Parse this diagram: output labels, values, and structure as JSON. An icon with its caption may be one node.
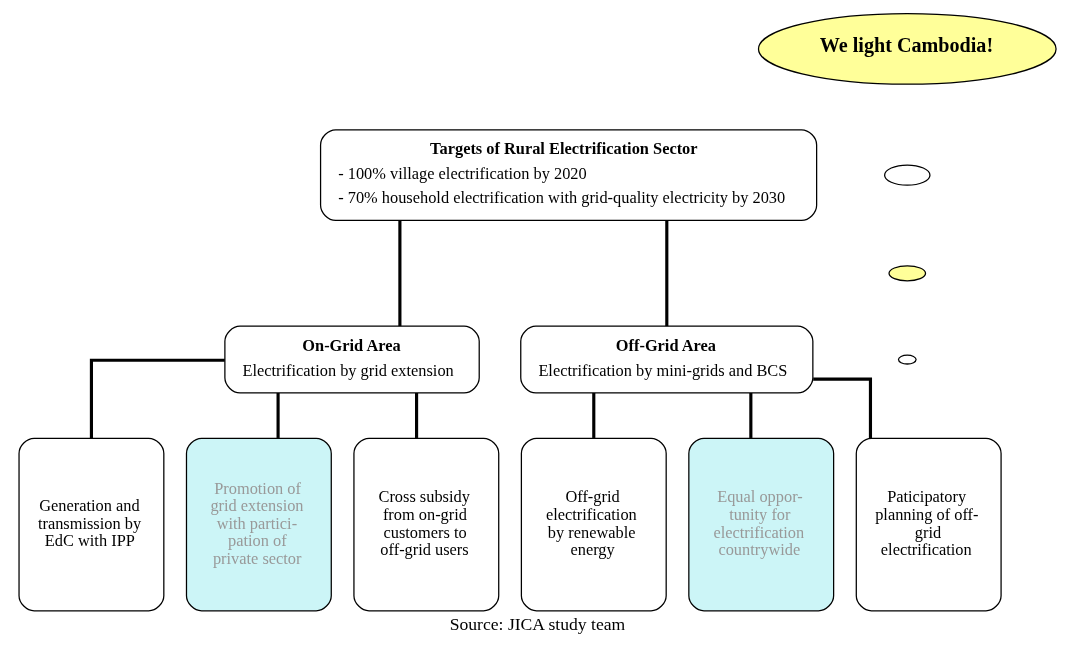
{
  "diagram": {
    "caption": "Source: JICA study team",
    "nodes": [
      {
        "text": [
          "Targets of Rural Electrification Sector",
          "- 100% village electrification by 2020",
          "- 70% household electrification with grid-quality electricity by 2030"
        ]
      },
      {
        "text": [
          "On-Grid Area",
          "Electrification by grid extension"
        ]
      },
      {
        "text": [
          "Off-Grid Area",
          "Electrification by mini-grids and BCS"
        ]
      },
      {
        "text": [
          "Generation and transmission by EdC with IPP"
        ]
      },
      {
        "text": [
          "Promotion of grid extension with partici- pation of private sector"
        ]
      },
      {
        "text": [
          "Cross subsidy from on-grid customers to off-grid users"
        ]
      },
      {
        "text": [
          "Off-grid electrification by renewable energy"
        ]
      },
      {
        "text": [
          "Equal oppor- tunity for electrification countrywide"
        ]
      },
      {
        "text": [
          "Paticipatory planning of off- grid electrification"
        ]
      },
      {
        "text": [
          "We light Cambodia!"
        ]
      },
      {
        "text": [],
        "shape": "ellipse"
      },
      {
        "text": [],
        "shape": "ellipse"
      },
      {
        "text": [],
        "shape": "ellipse"
      }
    ],
    "edges": [
      {
        "from": 0,
        "to": 1,
        "arrow": "none"
      },
      {
        "from": 0,
        "to": 2,
        "arrow": "none"
      },
      {
        "from": 1,
        "to": 3,
        "arrow": "none"
      },
      {
        "from": 1,
        "to": 4,
        "arrow": "none"
      },
      {
        "from": 1,
        "to": 5,
        "arrow": "none"
      },
      {
        "from": 2,
        "to": 6,
        "arrow": "none"
      },
      {
        "from": 2,
        "to": 7,
        "arrow": "none"
      },
      {
        "from": 2,
        "to": 8,
        "arrow": "none"
      }
    ]
  }
}
